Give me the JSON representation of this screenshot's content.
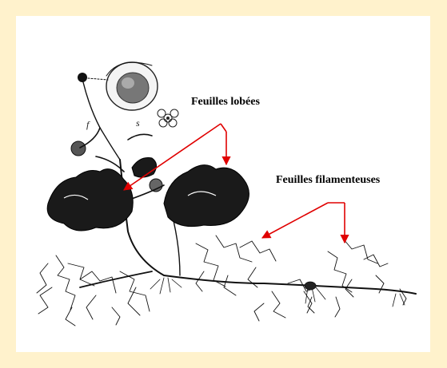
{
  "labels": {
    "lobed": "Feuilles lobées",
    "filamentous": "Feuilles filamenteuses"
  },
  "figure_marks": {
    "f": "f",
    "s": "s"
  },
  "colors": {
    "background": "#fff2cc",
    "arrow": "#e00000",
    "ink": "#111111"
  }
}
